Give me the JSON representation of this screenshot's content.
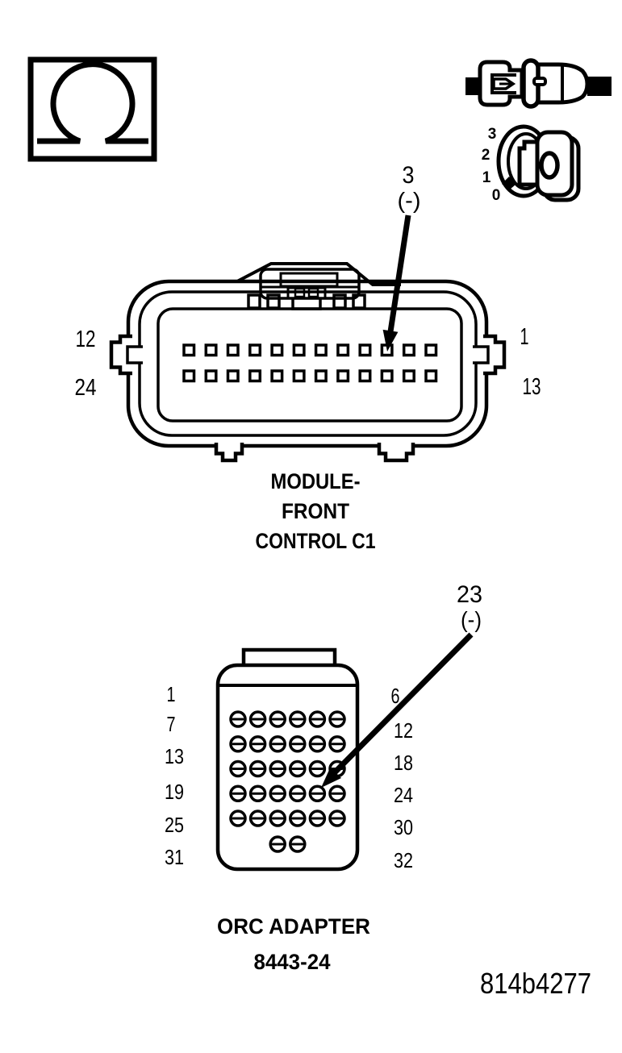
{
  "figure_code": "814b4277",
  "colors": {
    "ink": "#000000",
    "background": "#ffffff"
  },
  "ohmmeter": {
    "symbol": "ohm"
  },
  "ignition_switch": {
    "positions": [
      "3",
      "2",
      "1",
      "0"
    ]
  },
  "connector1": {
    "caption": [
      "MODULE-",
      "FRONT",
      "CONTROL C1"
    ],
    "corner_labels": {
      "top_left": "12",
      "bottom_left": "24",
      "top_right": "1",
      "bottom_right": "13"
    },
    "callout": {
      "pin": "3",
      "polarity": "(-)"
    },
    "grid": {
      "rows": 2,
      "cols": 12,
      "total_pins": 24
    }
  },
  "connector2": {
    "caption": [
      "ORC ADAPTER",
      "8443-24"
    ],
    "left_labels": [
      "1",
      "7",
      "13",
      "19",
      "25",
      "31"
    ],
    "right_labels": [
      "6",
      "12",
      "18",
      "24",
      "30",
      "32"
    ],
    "callout": {
      "pin": "23",
      "polarity": "(-)"
    },
    "grid": {
      "cols": 6,
      "full_rows": 5,
      "last_row_cols": 2,
      "total_pins": 32
    }
  }
}
